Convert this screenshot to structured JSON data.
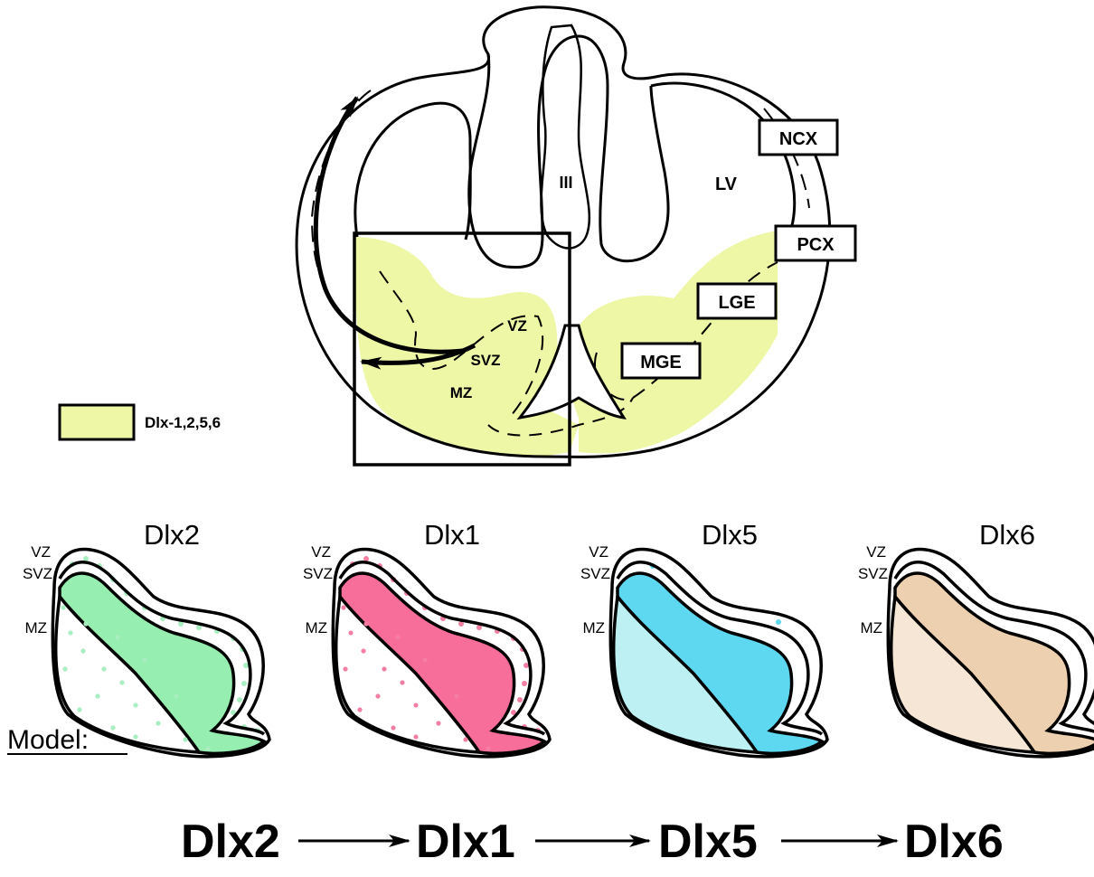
{
  "main": {
    "ventricle_iii": "III",
    "ventricle_lv": "LV",
    "zones": {
      "vz": "VZ",
      "svz": "SVZ",
      "mz": "MZ"
    },
    "boxes": {
      "ncx": "NCX",
      "pcx": "PCX",
      "lge": "LGE",
      "mge": "MGE"
    }
  },
  "legend": {
    "label": "Dlx-1,2,5,6",
    "color": "#eef7a6"
  },
  "panels": [
    {
      "title": "Dlx2",
      "vz": "VZ",
      "svz": "SVZ",
      "mz": "MZ",
      "color": "#96eeb0",
      "dot_color": "#a9eec0"
    },
    {
      "title": "Dlx1",
      "vz": "VZ",
      "svz": "SVZ",
      "mz": "MZ",
      "color": "#f86e9a",
      "dot_color": "#f47fa3"
    },
    {
      "title": "Dlx5",
      "vz": "VZ",
      "svz": "SVZ",
      "mz": "MZ",
      "color": "#5ed8f0",
      "light_color": "#bdf0f3"
    },
    {
      "title": "Dlx6",
      "vz": "VZ",
      "svz": "SVZ",
      "mz": "MZ",
      "color": "#edd0b0",
      "light_color": "#f6e6d6"
    }
  ],
  "model": {
    "heading": "Model:",
    "steps": [
      "Dlx2",
      "Dlx1",
      "Dlx5",
      "Dlx6"
    ]
  }
}
